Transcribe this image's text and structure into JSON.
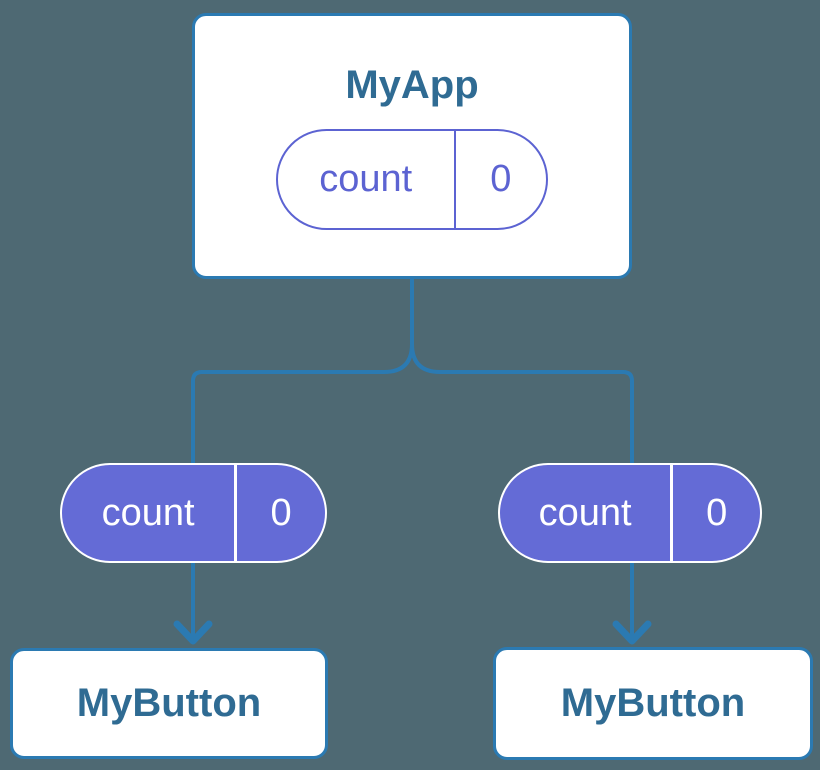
{
  "diagram": {
    "root": {
      "title": "MyApp",
      "state": {
        "label": "count",
        "value": "0"
      }
    },
    "children": [
      {
        "title": "MyButton",
        "state": {
          "label": "count",
          "value": "0"
        }
      },
      {
        "title": "MyButton",
        "state": {
          "label": "count",
          "value": "0"
        }
      }
    ]
  },
  "colors": {
    "background": "#4e6973",
    "connector": "#2b7ab2",
    "node_border": "#2b7ab2",
    "node_text": "#2f6b93",
    "state_fill": "#646bd6",
    "state_outline": "#5c63d2",
    "state_text": "#ffffff",
    "card_background": "#ffffff"
  }
}
